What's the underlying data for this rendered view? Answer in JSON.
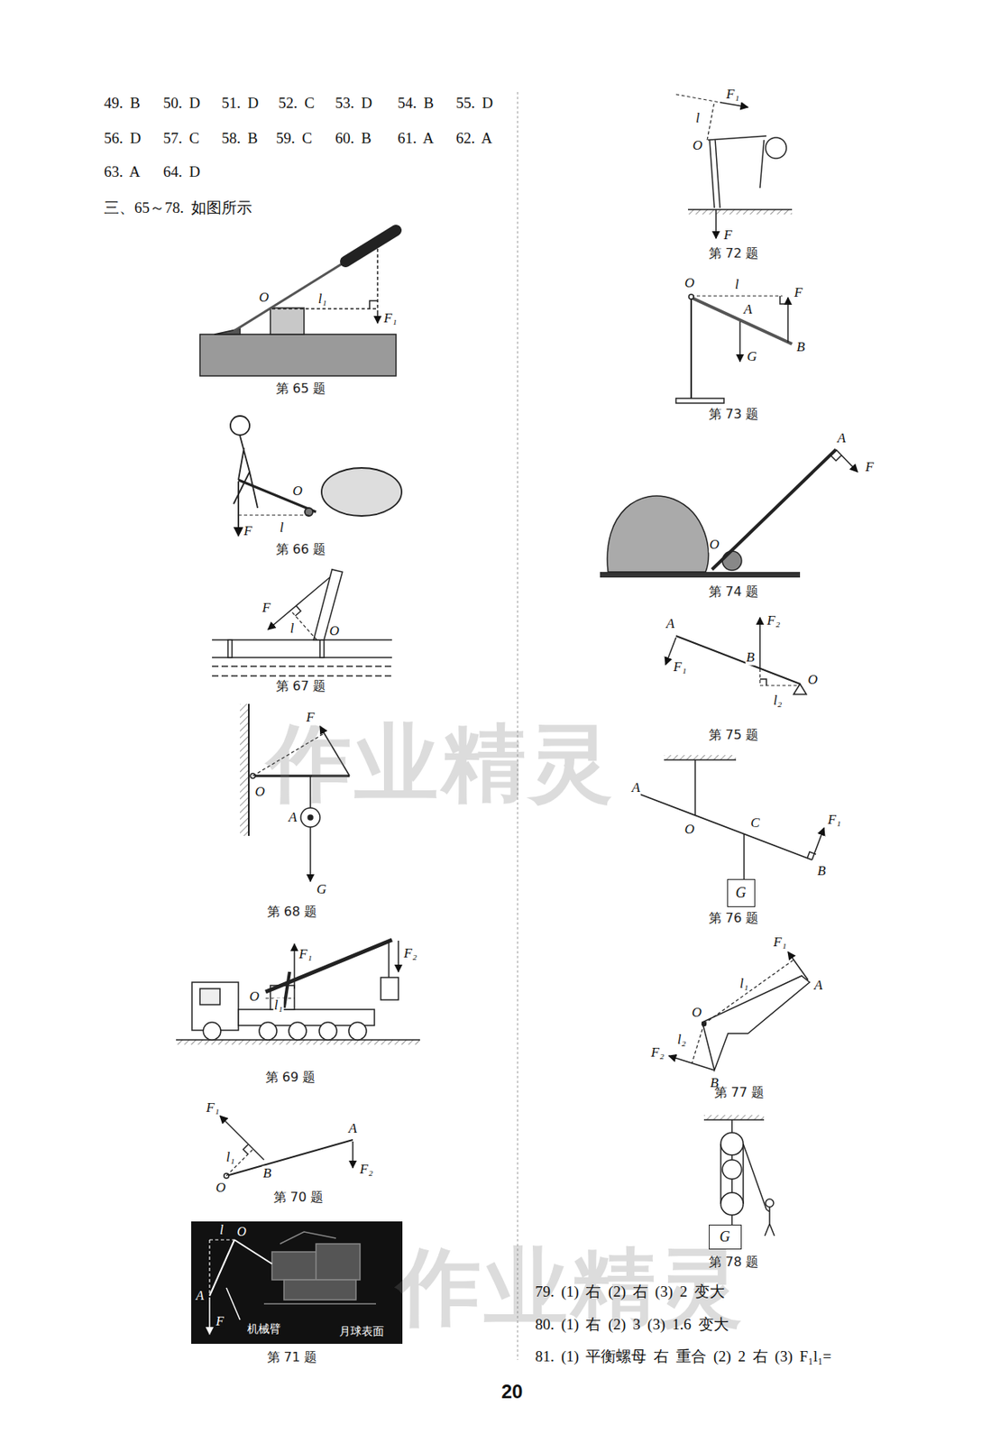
{
  "diagram": {
    "nodes": [
      {
        "text": [
          "G"
        ]
      },
      {
        "text": [
          "G"
        ]
      }
    ],
    "labels": [
      "49. B",
      "50. D",
      "51. D",
      "52. C",
      "53. D",
      "54. B",
      "55. D",
      "56. D",
      "57. C",
      "58. B",
      "59. C",
      "60. B",
      "61. A",
      "62. A",
      "63. A",
      "64. D",
      "三、65～78. 如图所示",
      "O",
      "l₁",
      "F₁",
      "第 65 题",
      "F",
      "l",
      "O",
      "第 66 题",
      "F",
      "l",
      "O",
      "第 67 题",
      "F",
      "O",
      "A",
      "G",
      "第 68 题",
      "F₁",
      "F₂",
      "O",
      "l₁",
      "第 69 题",
      "F₁",
      "l₁",
      "O",
      "B",
      "A",
      "F₂",
      "第 70 题",
      "l",
      "O",
      "A",
      "F",
      "机械臂",
      "月球表面",
      "第 71 题",
      "F₁",
      "l",
      "O",
      "F",
      "第 72 题",
      "O",
      "l",
      "F",
      "A",
      "B",
      "G",
      "第 73 题",
      "A",
      "F",
      "O",
      "第 74 题",
      "A",
      "F₁",
      "F₂",
      "B",
      "O",
      "l₂",
      "第 75 题",
      "A",
      "O",
      "C",
      "F₁",
      "B",
      "第 76 题",
      "F₁",
      "l₁",
      "A",
      "O",
      "l₂",
      "F₂",
      "B",
      "第 77 题",
      "第 78 题",
      "79. (1) 右 (2) 右 (3) 2 变大",
      "80. (1) 右 (2) 3 (3) 1.6 变大",
      "81. (1) 平衡螺母 右 重合 (2) 2 右 (3) F₁l₁=",
      "20",
      "作业精灵",
      "作业精灵"
    ]
  }
}
